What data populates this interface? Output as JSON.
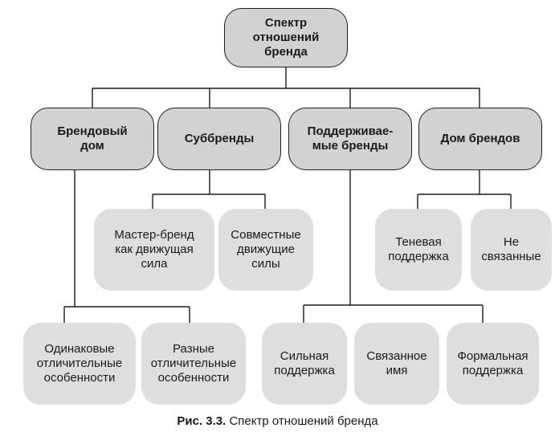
{
  "diagram": {
    "root": "Спектр\nотношений\nбренда",
    "branches": {
      "branded_house": "Брендовый\nдом",
      "subbrands": "Суббренды",
      "endorsed": "Поддерживае-\nмые бренды",
      "house_of_brands": "Дом брендов"
    },
    "leaves": {
      "master_brand_driver": "Мастер-бренд\nкак движущая\nсила",
      "co_drivers": "Совместные\nдвижущие\nсилы",
      "shadow_endorser": "Теневая\nподдержка",
      "not_connected": "Не\nсвязанные",
      "same_identity": "Одинаковые\nотличительные\nособенности",
      "different_identity": "Разные\nотличительные\nособенности",
      "strong_endorsement": "Сильная\nподдержка",
      "linked_name": "Связанное\nимя",
      "token_endorsement": "Формальная\nподдержка"
    }
  },
  "caption": {
    "label": "Рис. 3.3.",
    "text": "Спектр отношений бренда"
  },
  "colors": {
    "primary_fill": "#d2d2d2",
    "secondary_fill": "#dedede",
    "line": "#1a1a1a"
  }
}
